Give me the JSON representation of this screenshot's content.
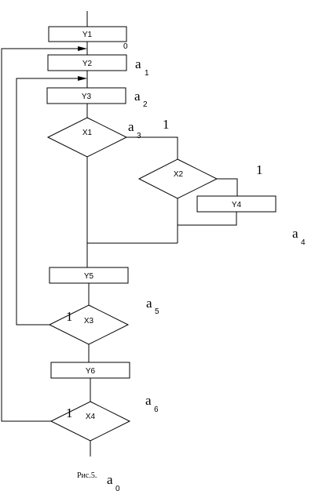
{
  "blocks": {
    "y1": "Y1",
    "y2": "Y2",
    "y3": "Y3",
    "x1": "X1",
    "x2": "X2",
    "y4": "Y4",
    "y5": "Y5",
    "x3": "X3",
    "y6": "Y6",
    "x4": "X4"
  },
  "branch_labels": {
    "x1_yes": "1",
    "x2_yes": "1",
    "x3_yes": "1",
    "x4_yes": "1"
  },
  "state_marks": {
    "letter": "a",
    "s0_top": "0",
    "s1": "1",
    "s2": "2",
    "s3": "3",
    "s4": "4",
    "s5": "5",
    "s6": "6",
    "s0_end": "0"
  },
  "caption": "Рис.5."
}
